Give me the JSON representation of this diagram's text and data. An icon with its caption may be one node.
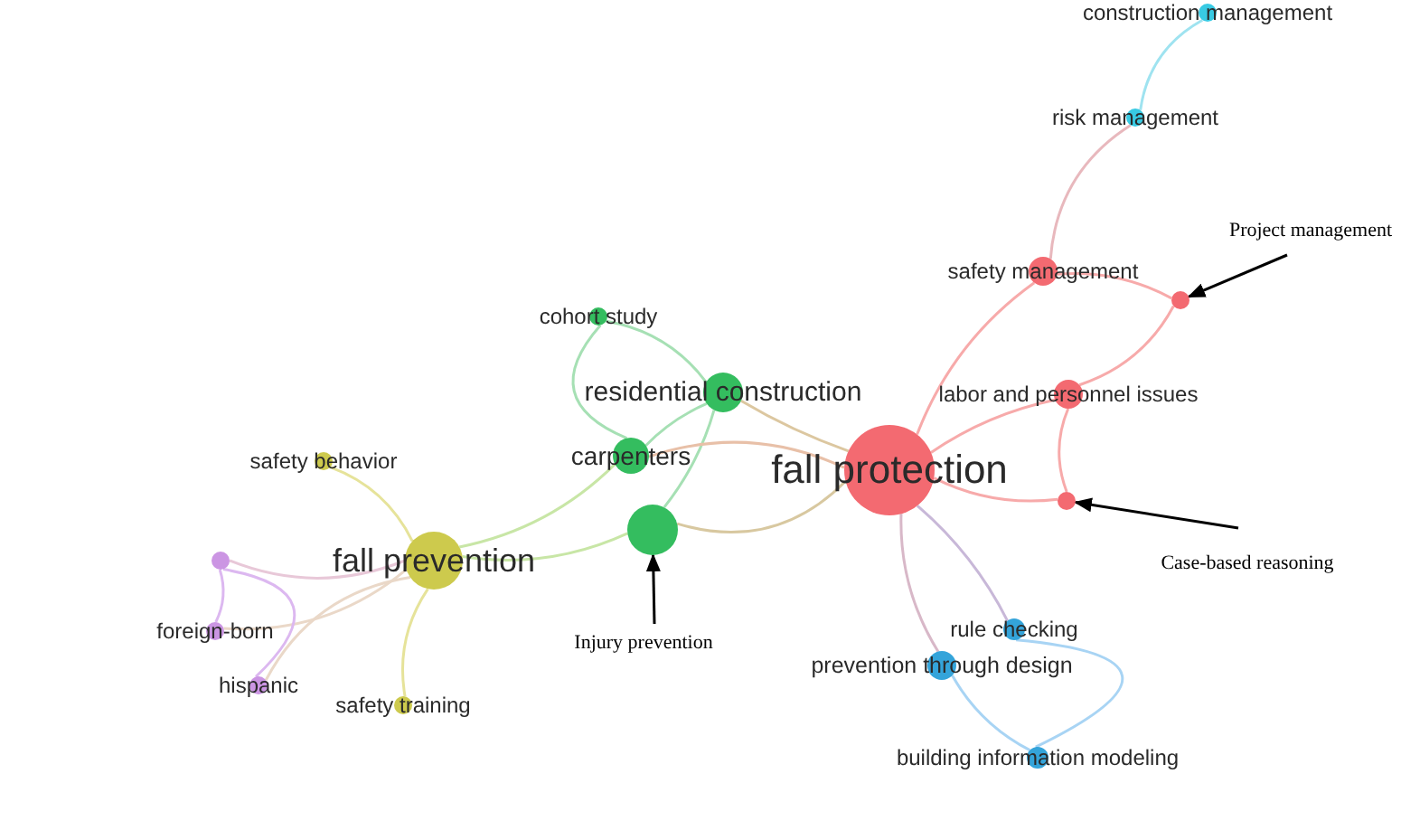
{
  "diagram": {
    "nodes": [
      {
        "text": [
          "construction management"
        ]
      },
      {
        "text": [
          "risk management"
        ]
      },
      {
        "text": [
          "safety management"
        ]
      },
      {
        "text": [],
        "shape": "circle"
      },
      {
        "text": [
          "residential construction"
        ]
      },
      {
        "text": [
          "labor and personnel issues"
        ]
      },
      {
        "text": [
          "cohort study"
        ]
      },
      {
        "text": [
          "carpenters"
        ]
      },
      {
        "text": [
          "fall protection"
        ]
      },
      {
        "text": [
          "safety behavior"
        ]
      },
      {
        "text": [],
        "shape": "circle"
      },
      {
        "text": [],
        "shape": "circle"
      },
      {
        "text": [],
        "shape": "circle"
      },
      {
        "text": [
          "fall prevention"
        ]
      },
      {
        "text": [
          "foreign-born"
        ]
      },
      {
        "text": [
          "rule checking"
        ]
      },
      {
        "text": [
          "prevention through design"
        ]
      },
      {
        "text": [
          "hispanic"
        ]
      },
      {
        "text": [
          "safety training"
        ]
      },
      {
        "text": [
          "building information modeling"
        ]
      },
      {
        "text": [
          "Project management"
        ]
      },
      {
        "text": [
          "Case-based reasoning"
        ]
      },
      {
        "text": [
          "Injury prevention"
        ]
      }
    ],
    "edges": [
      {
        "from": 0,
        "to": 1,
        "arrow": "none",
        "color": "#9fe3f0"
      },
      {
        "from": 1,
        "to": 2,
        "arrow": "none",
        "color": "#e8b8bd"
      },
      {
        "from": 2,
        "to": 8,
        "arrow": "none",
        "color": "#f7aaaa"
      },
      {
        "from": 2,
        "to": 3,
        "arrow": "none",
        "color": "#f7aaaa"
      },
      {
        "from": 3,
        "to": 5,
        "arrow": "none",
        "color": "#f7aaaa"
      },
      {
        "from": 5,
        "to": 8,
        "arrow": "none",
        "color": "#f7aaaa"
      },
      {
        "from": 5,
        "to": 10,
        "arrow": "none",
        "color": "#f7aaaa"
      },
      {
        "from": 10,
        "to": 8,
        "arrow": "none",
        "color": "#f7aaaa"
      },
      {
        "from": 4,
        "to": 8,
        "arrow": "none",
        "color": "#dcc7a0"
      },
      {
        "from": 4,
        "to": 6,
        "arrow": "none",
        "color": "#a6e0b4"
      },
      {
        "from": 6,
        "to": 7,
        "arrow": "none",
        "color": "#a6e0b4"
      },
      {
        "from": 4,
        "to": 7,
        "arrow": "none",
        "color": "#a6e0b4"
      },
      {
        "from": 4,
        "to": 11,
        "arrow": "none",
        "color": "#a6e0b4"
      },
      {
        "from": 7,
        "to": 13,
        "arrow": "none",
        "color": "#c8e6a6"
      },
      {
        "from": 7,
        "to": 8,
        "arrow": "none",
        "color": "#e8c0a8"
      },
      {
        "from": 11,
        "to": 13,
        "arrow": "none",
        "color": "#c8e6a6"
      },
      {
        "from": 11,
        "to": 8,
        "arrow": "none",
        "color": "#d8c8a0"
      },
      {
        "from": 9,
        "to": 13,
        "arrow": "none",
        "color": "#e6e39a"
      },
      {
        "from": 13,
        "to": 18,
        "arrow": "none",
        "color": "#e6e39a"
      },
      {
        "from": 13,
        "to": 12,
        "arrow": "none",
        "color": "#e8c8d8"
      },
      {
        "from": 13,
        "to": 14,
        "arrow": "none",
        "color": "#ead8c8"
      },
      {
        "from": 13,
        "to": 17,
        "arrow": "none",
        "color": "#ead8c8"
      },
      {
        "from": 12,
        "to": 14,
        "arrow": "none",
        "color": "#dcb8f0"
      },
      {
        "from": 12,
        "to": 17,
        "arrow": "none",
        "color": "#dcb8f0"
      },
      {
        "from": 8,
        "to": 16,
        "arrow": "none",
        "color": "#d8b8c8"
      },
      {
        "from": 8,
        "to": 15,
        "arrow": "none",
        "color": "#c8b8d8"
      },
      {
        "from": 15,
        "to": 19,
        "arrow": "none",
        "color": "#a8d4f4"
      },
      {
        "from": 16,
        "to": 19,
        "arrow": "none",
        "color": "#a8d4f4"
      },
      {
        "from": 20,
        "to": 3,
        "arrow": "to",
        "color": "#000000"
      },
      {
        "from": 21,
        "to": 10,
        "arrow": "to",
        "color": "#000000"
      },
      {
        "from": 22,
        "to": 11,
        "arrow": "to",
        "color": "#000000"
      }
    ]
  }
}
